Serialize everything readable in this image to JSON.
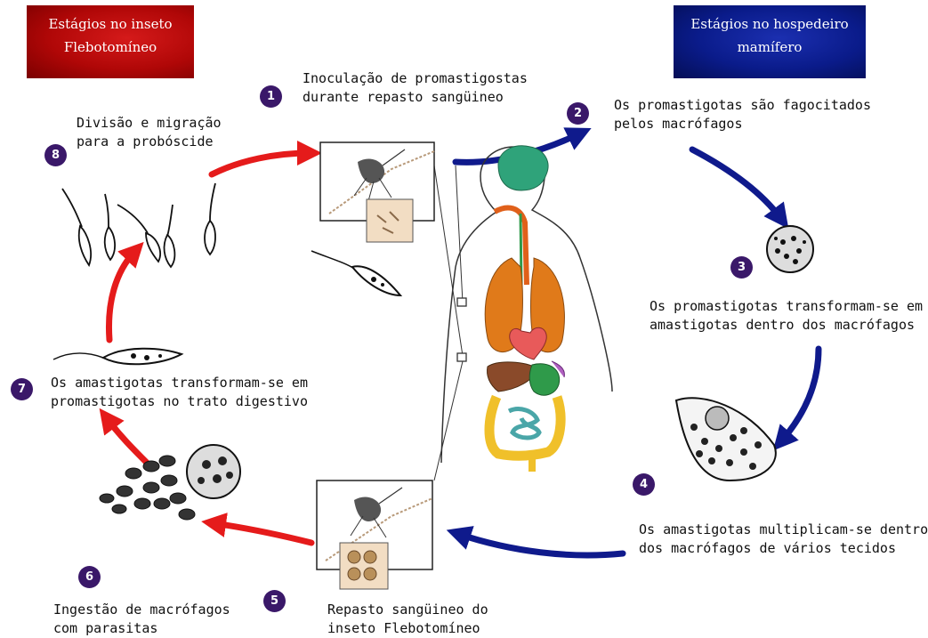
{
  "headers": {
    "insect": [
      "Estágios no inseto",
      "Flebotomíneo"
    ],
    "host": [
      "Estágios no hospedeiro",
      "mamífero"
    ]
  },
  "steps": [
    {
      "number": "1",
      "lines": [
        "Inoculação de promastigostas",
        "durante repasto sangüineo"
      ]
    },
    {
      "number": "2",
      "lines": [
        "Os promastigotas são fagocitados",
        "pelos macrófagos"
      ]
    },
    {
      "number": "3",
      "lines": [
        "Os promastigotas transformam-se em",
        "amastigotas dentro dos macrófagos"
      ]
    },
    {
      "number": "4",
      "lines": [
        "Os amastigotas multiplicam-se dentro",
        "dos macrófagos de vários tecidos"
      ]
    },
    {
      "number": "5",
      "lines": [
        "Repasto sangüineo do",
        "inseto Flebotomíneo"
      ]
    },
    {
      "number": "6",
      "lines": [
        "Ingestão de macrófagos",
        "com parasitas"
      ]
    },
    {
      "number": "7",
      "lines": [
        "Os amastigotas transformam-se em",
        "promastigotas no trato digestivo"
      ]
    },
    {
      "number": "8",
      "lines": [
        "Divisão e migração",
        "para a probóscide"
      ]
    }
  ],
  "colors": {
    "insect_arrow": "#e51b1b",
    "host_arrow": "#0f1a8c",
    "badge": "#3a1869",
    "brain": "#2fa37a",
    "lungs": "#e07a1a",
    "heart": "#e85a5a",
    "stomach": "#2f9a4a",
    "liver": "#8a4a2a",
    "intestine_large": "#f0c02a",
    "intestine_small": "#4aa6a8",
    "esophagus": "#e0601a"
  }
}
